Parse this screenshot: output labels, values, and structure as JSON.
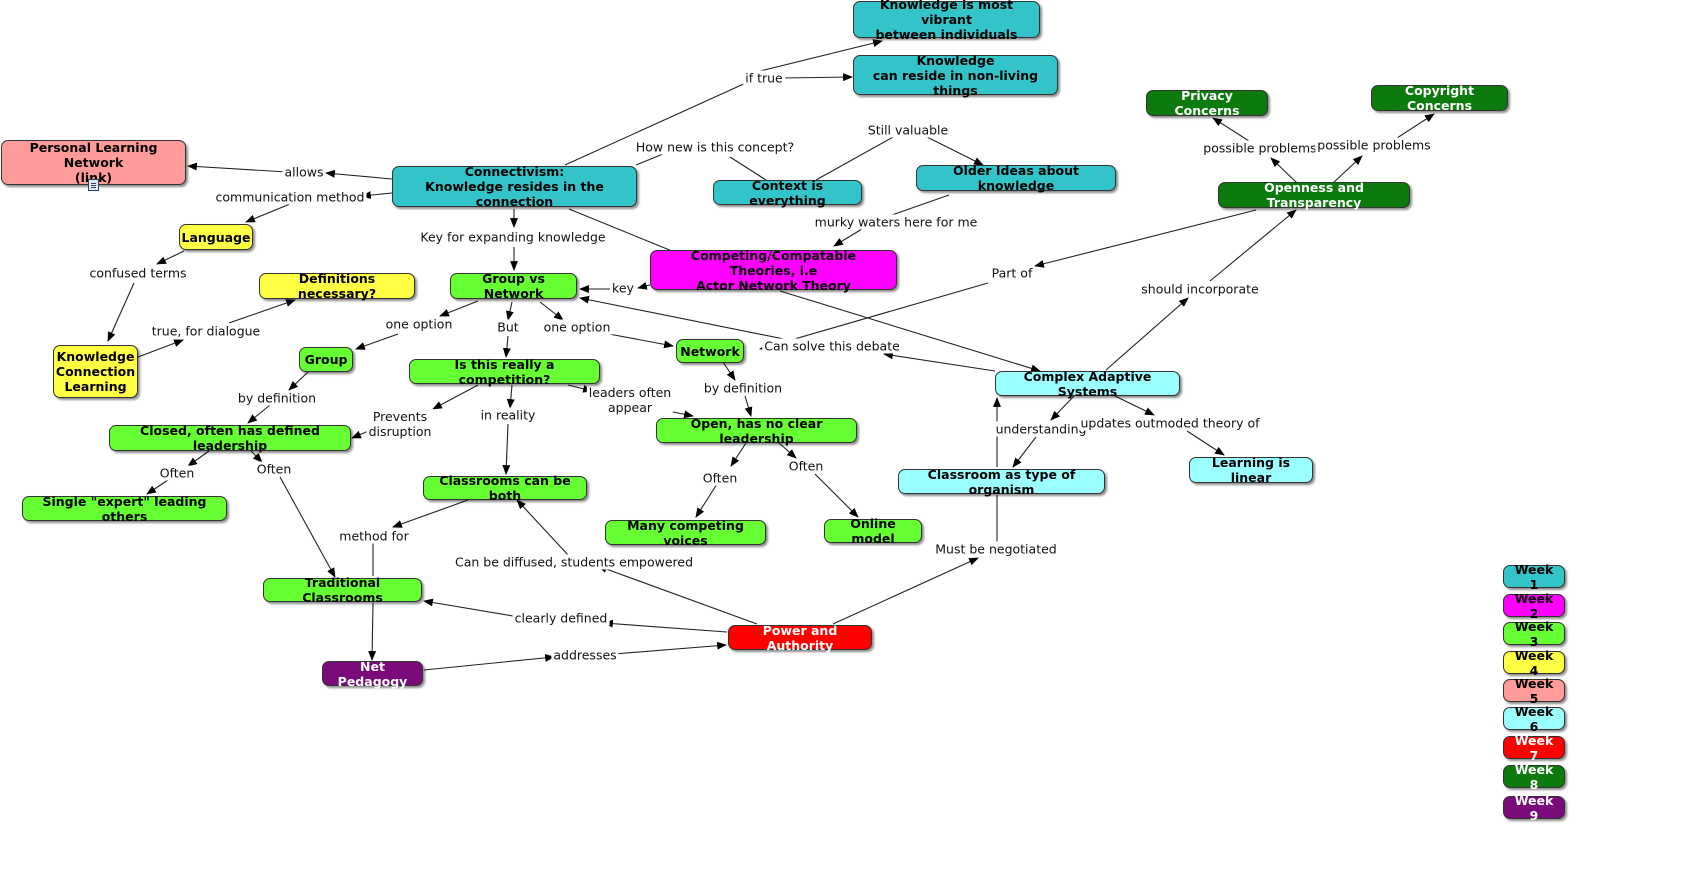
{
  "nodes": {
    "kvib": "Knowledge is most vibrant\nbetween individuals",
    "knonliving": "Knowledge\ncan reside in non-living things",
    "privacy": "Privacy Concerns",
    "copyright": "Copyright Concerns",
    "pln": "Personal Learning Network\n(link)",
    "connectivism": "Connectivism:\nKnowledge resides in the connection",
    "context": "Context is everything",
    "older": "Older Ideas about knowledge",
    "openness": "Openness and Transparency",
    "language": "Language",
    "competing": "Competing/Compatable Theories, i.e\nActor Network Theory",
    "defs": "Definitions necessary?",
    "gvn": "Group vs Network",
    "kcl": "Knowledge\nConnection\nLearning",
    "group": "Group",
    "network": "Network",
    "cas": "Complex Adaptive Systems",
    "competition": "Is this really a competition?",
    "closed": "Closed, often has defined leadership",
    "open": "Open, has no clear leadership",
    "linear": "Learning is linear",
    "organism": "Classroom as type of organism",
    "both": "Classrooms can be both",
    "expert": "Single \"expert\" leading others",
    "voices": "Many competing voices",
    "online": "Online model",
    "traditional": "Traditional Classrooms",
    "power": "Power and Authority",
    "netped": "Net Pedagogy"
  },
  "labels": {
    "iftrue": "if true",
    "hownew": "How new is this concept?",
    "stillvaluable": "Still valuable",
    "allows": "allows",
    "commmethod": "communication method",
    "possible1": "possible problems",
    "possible2": "possible problems",
    "murky": "murky waters here for me",
    "keyexpand": "Key for expanding knowledge",
    "confused": "confused terms",
    "key": "key",
    "partof": "Part of",
    "shouldinc": "should incorporate",
    "trued": "true, for dialogue",
    "oneopt1": "one option",
    "but": "But",
    "oneopt2": "one option",
    "solve": "Can solve this debate",
    "bydef1": "by definition",
    "bydef2": "by definition",
    "leaders": "leaders often\nappear",
    "prevents": "Prevents\ndisruption",
    "inreality": "in reality",
    "understanding": "understanding",
    "updates": "updates outmoded theory of",
    "often1": "Often",
    "often2": "Often",
    "often3": "Often",
    "often4": "Often",
    "methodfor": "method for",
    "diffused": "Can be diffused, students empowered",
    "negotiated": "Must be negotiated",
    "clearly": "clearly defined",
    "addresses": "addresses"
  },
  "legend": [
    {
      "label": "Week 1",
      "color": "#33c4c9",
      "text_color": "#000000"
    },
    {
      "label": "Week 2",
      "color": "#ff00ff",
      "text_color": "#000000"
    },
    {
      "label": "Week 3",
      "color": "#66ff33",
      "text_color": "#000000"
    },
    {
      "label": "Week 4",
      "color": "#ffff44",
      "text_color": "#000000"
    },
    {
      "label": "Week 5",
      "color": "#ff9c9a",
      "text_color": "#000000"
    },
    {
      "label": "Week 6",
      "color": "#9cffff",
      "text_color": "#000000"
    },
    {
      "label": "Week 7",
      "color": "#ff0000",
      "text_color": "#ffffff"
    },
    {
      "label": "Week 8",
      "color": "#0c7a0c",
      "text_color": "#ffffff"
    },
    {
      "label": "Week 9",
      "color": "#7a0a7a",
      "text_color": "#ffffff"
    }
  ]
}
